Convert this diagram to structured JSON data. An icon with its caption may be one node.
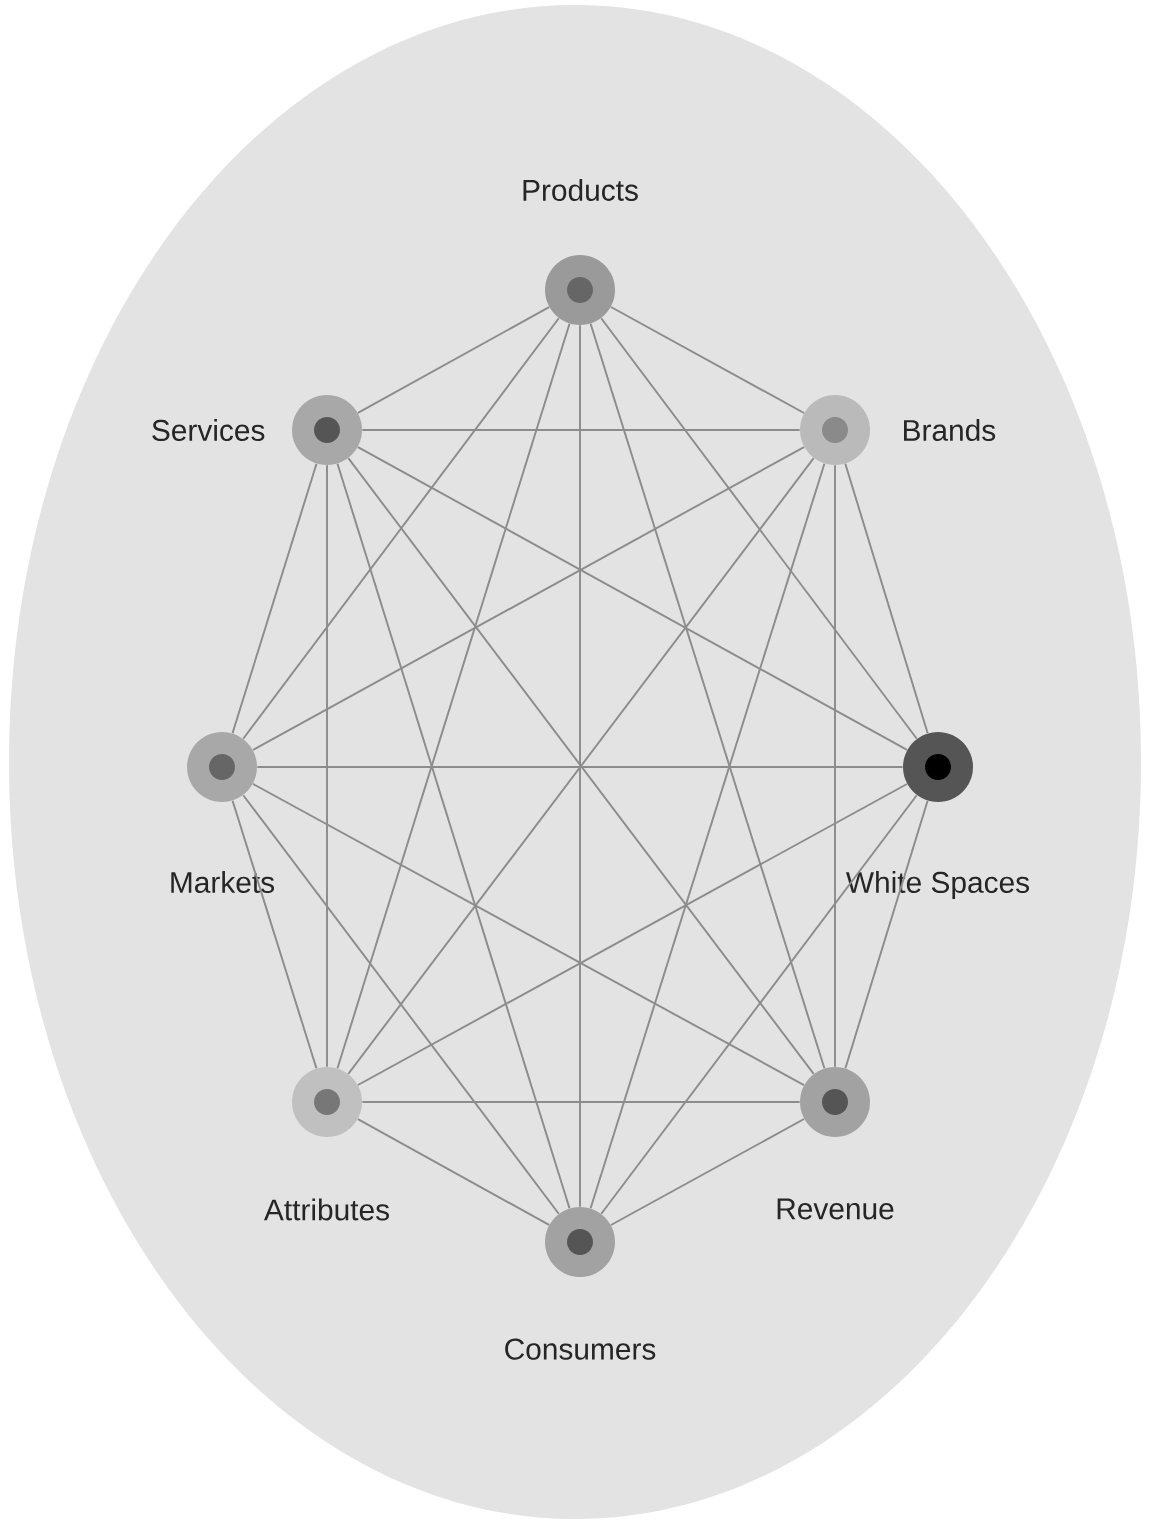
{
  "diagram": {
    "nodes": [
      {
        "text": [
          "Products"
        ]
      },
      {
        "text": [
          "Brands"
        ]
      },
      {
        "text": [
          "White Spaces"
        ]
      },
      {
        "text": [
          "Revenue"
        ]
      },
      {
        "text": [
          "Consumers"
        ]
      },
      {
        "text": [
          "Attributes"
        ]
      },
      {
        "text": [
          "Markets"
        ]
      },
      {
        "text": [
          "Services"
        ]
      }
    ],
    "edges": [
      {
        "from": 0,
        "to": 1,
        "arrow": "none"
      },
      {
        "from": 0,
        "to": 2,
        "arrow": "none"
      },
      {
        "from": 0,
        "to": 3,
        "arrow": "none"
      },
      {
        "from": 0,
        "to": 4,
        "arrow": "none"
      },
      {
        "from": 0,
        "to": 5,
        "arrow": "none"
      },
      {
        "from": 0,
        "to": 6,
        "arrow": "none"
      },
      {
        "from": 0,
        "to": 7,
        "arrow": "none"
      },
      {
        "from": 1,
        "to": 2,
        "arrow": "none"
      },
      {
        "from": 1,
        "to": 3,
        "arrow": "none"
      },
      {
        "from": 1,
        "to": 4,
        "arrow": "none"
      },
      {
        "from": 1,
        "to": 5,
        "arrow": "none"
      },
      {
        "from": 1,
        "to": 6,
        "arrow": "none"
      },
      {
        "from": 1,
        "to": 7,
        "arrow": "none"
      },
      {
        "from": 2,
        "to": 3,
        "arrow": "none"
      },
      {
        "from": 2,
        "to": 4,
        "arrow": "none"
      },
      {
        "from": 2,
        "to": 5,
        "arrow": "none"
      },
      {
        "from": 2,
        "to": 6,
        "arrow": "none"
      },
      {
        "from": 2,
        "to": 7,
        "arrow": "none"
      },
      {
        "from": 3,
        "to": 4,
        "arrow": "none"
      },
      {
        "from": 3,
        "to": 5,
        "arrow": "none"
      },
      {
        "from": 3,
        "to": 6,
        "arrow": "none"
      },
      {
        "from": 3,
        "to": 7,
        "arrow": "none"
      },
      {
        "from": 4,
        "to": 5,
        "arrow": "none"
      },
      {
        "from": 4,
        "to": 6,
        "arrow": "none"
      },
      {
        "from": 4,
        "to": 7,
        "arrow": "none"
      },
      {
        "from": 5,
        "to": 6,
        "arrow": "none"
      },
      {
        "from": 5,
        "to": 7,
        "arrow": "none"
      },
      {
        "from": 6,
        "to": 7,
        "arrow": "none"
      }
    ]
  }
}
